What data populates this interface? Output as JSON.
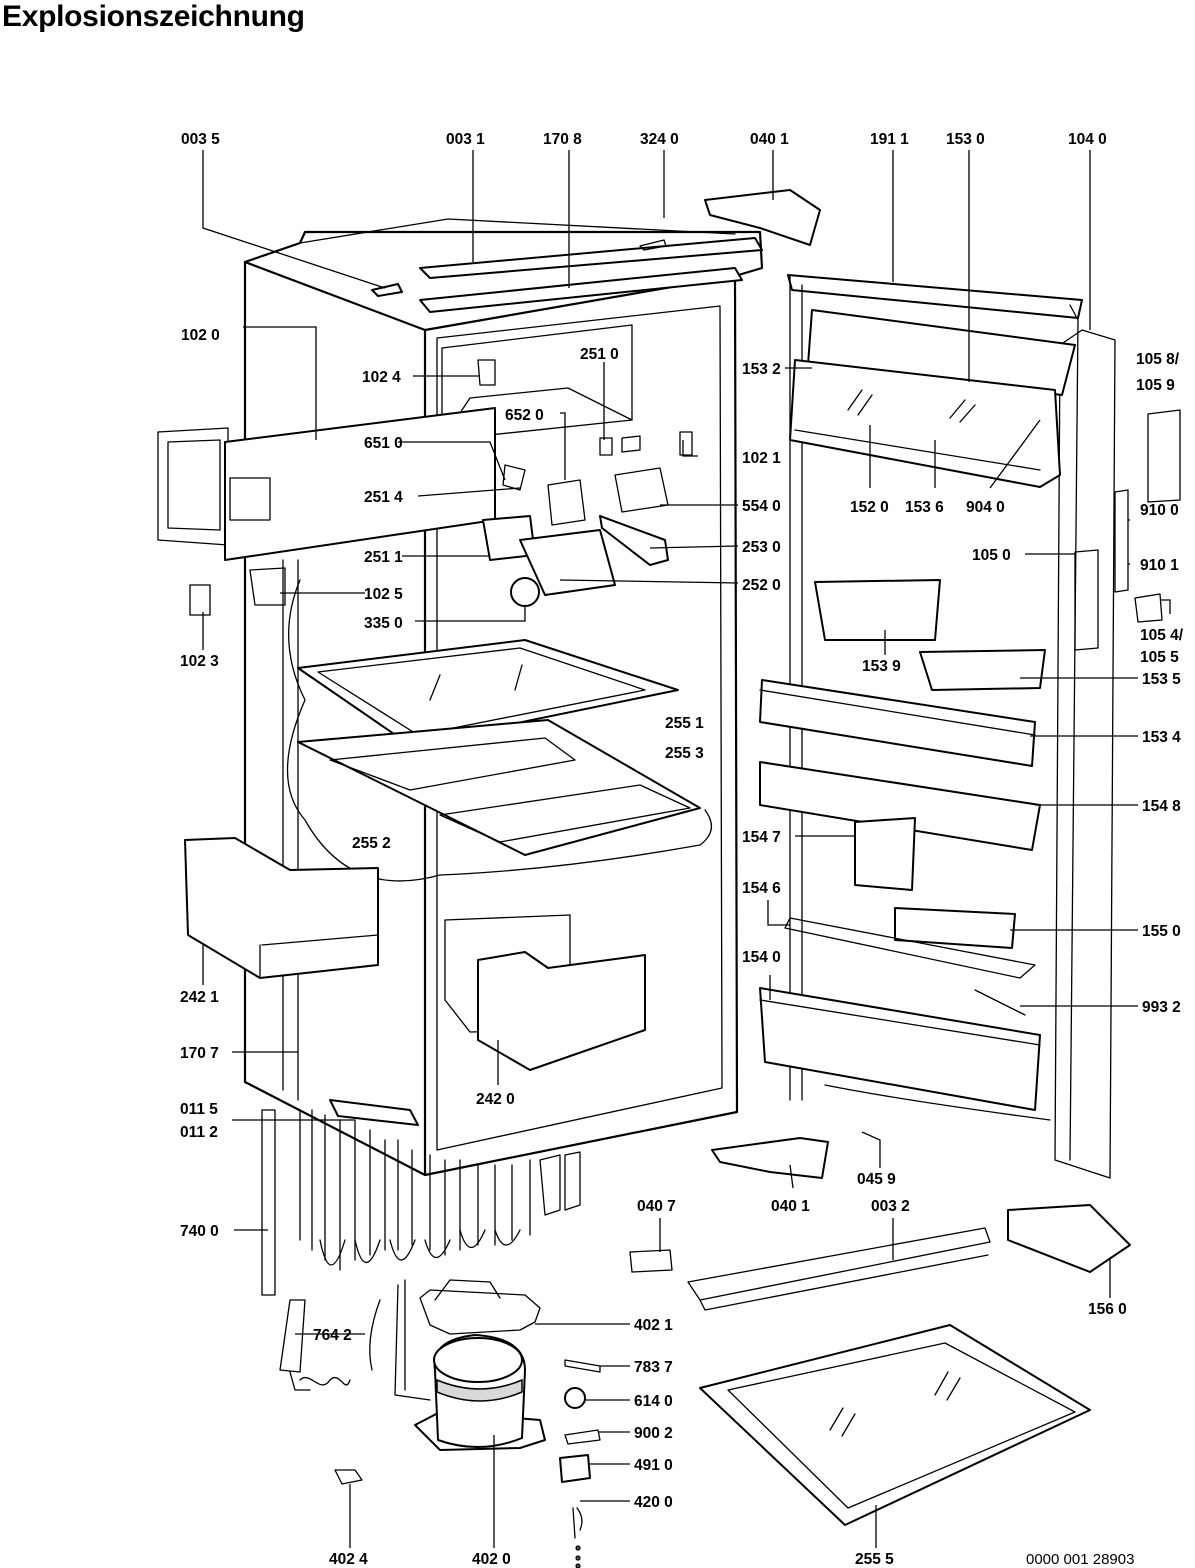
{
  "title": "Explosionszeichnung",
  "document_number": "0000 001 28903",
  "part_labels": [
    "003 5",
    "003 1",
    "170 8",
    "324 0",
    "040 1",
    "191 1",
    "153 0",
    "104 0",
    "102 0",
    "102 4",
    "251 0",
    "652 0",
    "153 2",
    "105 8/",
    "105 9",
    "651 0",
    "102 1",
    "251 4",
    "554 0",
    "152 0",
    "153 6",
    "904 0",
    "910 0",
    "910 1",
    "105 0",
    "251 1",
    "253 0",
    "252 0",
    "102 5",
    "102 3",
    "335 0",
    "105 4/",
    "105 5",
    "153 9",
    "153 5",
    "255 1",
    "255 3",
    "153 4",
    "154 8",
    "255 2",
    "154 7",
    "154 6",
    "155 0",
    "242 1",
    "154 0",
    "993 2",
    "170 7",
    "242 0",
    "011 5",
    "011 2",
    "045 9",
    "040 7",
    "040 1",
    "003 2",
    "740 0",
    "156 0",
    "402 1",
    "764 2",
    "783 7",
    "614 0",
    "900 2",
    "491 0",
    "420 0",
    "402 4",
    "402 0",
    "255 5"
  ]
}
